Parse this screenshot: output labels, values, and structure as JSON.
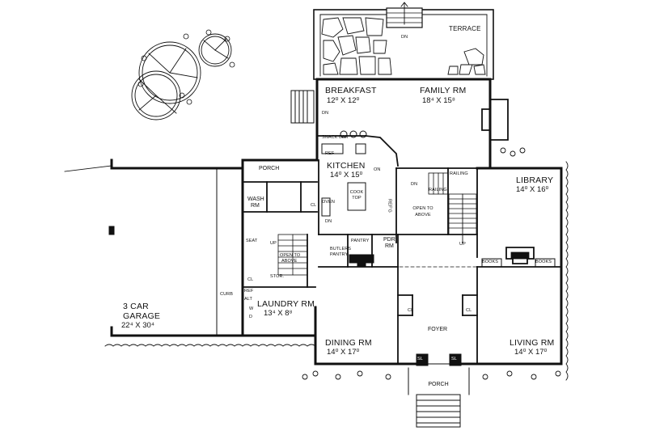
{
  "rooms": {
    "terrace": "TERRACE",
    "breakfast": "BREAKFAST",
    "breakfast_dim": "12⁰ X 12⁰",
    "family": "FAMILY RM",
    "family_dim": "18⁴ X 15⁸",
    "kitchen": "KITCHEN",
    "kitchen_dim": "14⁰ X 15⁰",
    "library": "LIBRARY",
    "library_dim": "14⁰ X 16⁰",
    "porch_rear": "PORCH",
    "wash": "WASH",
    "wash2": "RM",
    "garage": "3 CAR",
    "garage2": "GARAGE",
    "garage_dim": "22⁴ X 30⁴",
    "laundry": "LAUNDRY RM",
    "laundry_dim": "13⁴ X 8⁸",
    "dining": "DINING RM",
    "dining_dim": "14⁰ X 17⁰",
    "living": "LIVING RM",
    "living_dim": "14⁰ X 17⁰",
    "foyer": "FOYER",
    "porch_front": "PORCH",
    "pdr": "PDR",
    "pdr2": "RM"
  },
  "notes": {
    "dn_terrace": "DN",
    "dn_breakfast": "DN",
    "snack_bar": "SNACK BAR",
    "cook_top": "COOK",
    "cook_top2": "TOP",
    "oven": "OVEN",
    "refg": "REF'G",
    "ref": "REF",
    "on": "ON",
    "dn_stair": "DN",
    "railing_top": "RAILING",
    "railing_bot": "RAILING",
    "open_above": "OPEN TO",
    "open_above2": "ABOVE",
    "up_main": "UP",
    "pantry": "PANTRY",
    "butlers": "BUTLERS",
    "butlers2": "PANTRY",
    "seat": "SEAT",
    "up_back": "UP",
    "open_above_back": "OPEN TO",
    "open_above_back2": "ABOVE",
    "stor": "STOR.",
    "cl_wash": "CL",
    "cl_back": "CL",
    "dn_back": "DN",
    "curb": "CURB",
    "books_l": "BOOKS",
    "books_r": "BOOKS",
    "cl_foyer_l": "CL",
    "cl_foyer_r": "CL",
    "sl_l": "SL",
    "sl_r": "SL",
    "wd": "W",
    "wd2": "D",
    "alt": "ALT",
    "ref_small": "REF"
  }
}
